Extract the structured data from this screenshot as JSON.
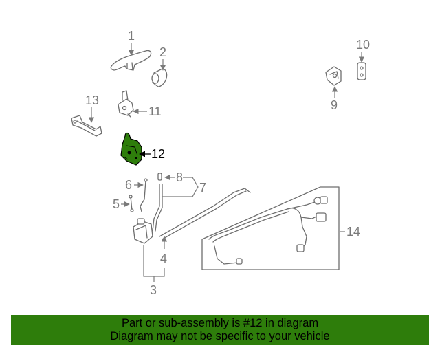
{
  "callouts": {
    "c1": "1",
    "c2": "2",
    "c3": "3",
    "c4": "4",
    "c5": "5",
    "c6": "6",
    "c7": "7",
    "c8": "8",
    "c9": "9",
    "c10": "10",
    "c11": "11",
    "c12": "12",
    "c13": "13",
    "c14": "14"
  },
  "highlighted_part": "12",
  "colors": {
    "highlight": "#2e7d0b",
    "line": "#6e6e6e",
    "banner_bg": "#2e7d0b"
  },
  "banner": {
    "line1": "Part or sub-assembly is #12 in diagram",
    "line2": "Diagram may not be specific to your vehicle"
  }
}
